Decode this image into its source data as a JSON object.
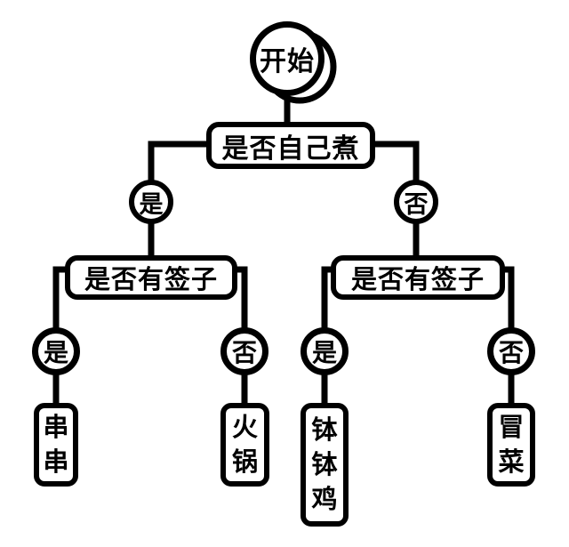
{
  "diagram": {
    "title": "hot-food decision flowchart",
    "colors": {
      "stroke": "#000000",
      "background": "#ffffff"
    },
    "nodes": {
      "start": {
        "label": "开始"
      },
      "q_cook_self": {
        "label": "是否自己煮"
      },
      "cook_yes": {
        "label": "是"
      },
      "cook_no": {
        "label": "否"
      },
      "q_skewers_left": {
        "label": "是否有签子"
      },
      "q_skewers_right": {
        "label": "是否有签子"
      },
      "left_yes": {
        "label": "是"
      },
      "left_no": {
        "label": "否"
      },
      "right_yes": {
        "label": "是"
      },
      "right_no": {
        "label": "否"
      },
      "result_chuanchuan": {
        "label": "串串"
      },
      "result_hotpot": {
        "label": "火锅"
      },
      "result_bobo_chicken": {
        "label": "钵钵鸡"
      },
      "result_maocai": {
        "label": "冒菜"
      }
    },
    "edges": [
      {
        "from": "start",
        "to": "q_cook_self"
      },
      {
        "from": "q_cook_self",
        "to": "cook_yes"
      },
      {
        "from": "q_cook_self",
        "to": "cook_no"
      },
      {
        "from": "cook_yes",
        "to": "q_skewers_left"
      },
      {
        "from": "cook_no",
        "to": "q_skewers_right"
      },
      {
        "from": "q_skewers_left",
        "to": "left_yes"
      },
      {
        "from": "q_skewers_left",
        "to": "left_no"
      },
      {
        "from": "q_skewers_right",
        "to": "right_yes"
      },
      {
        "from": "q_skewers_right",
        "to": "right_no"
      },
      {
        "from": "left_yes",
        "to": "result_chuanchuan"
      },
      {
        "from": "left_no",
        "to": "result_hotpot"
      },
      {
        "from": "right_yes",
        "to": "result_bobo_chicken"
      },
      {
        "from": "right_no",
        "to": "result_maocai"
      }
    ]
  }
}
